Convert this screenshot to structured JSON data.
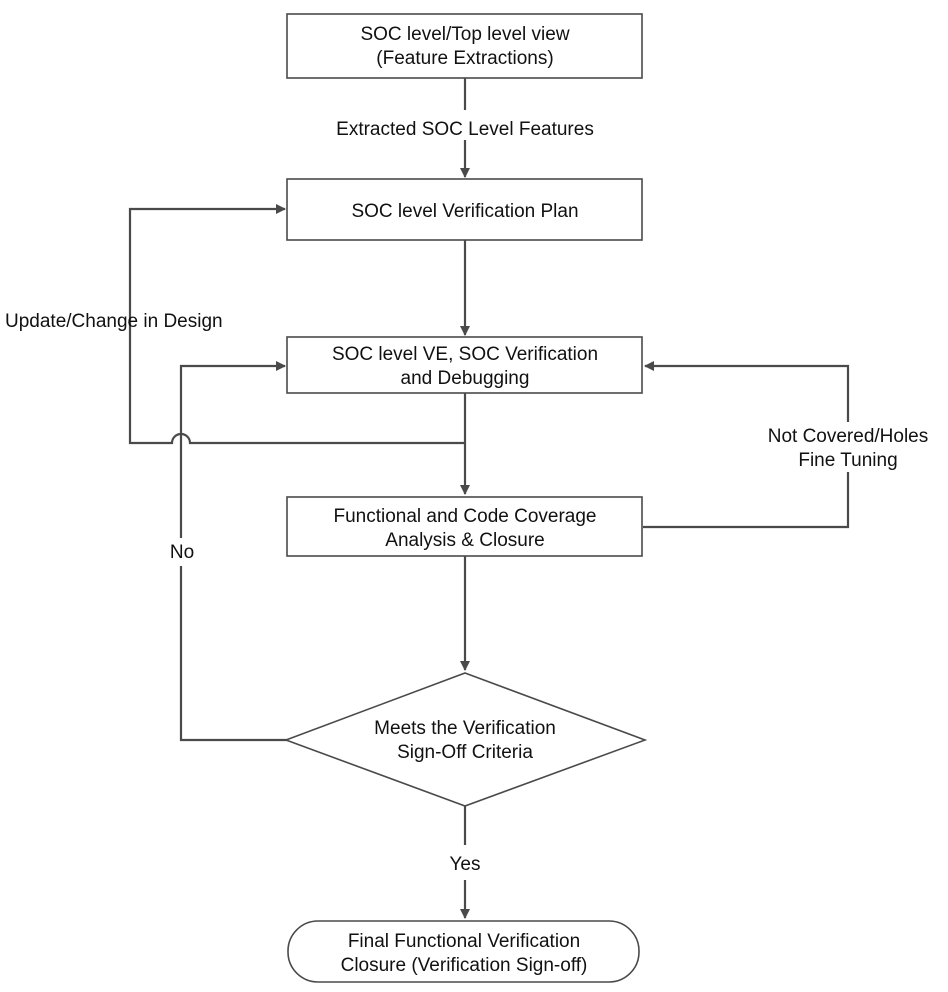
{
  "nodes": {
    "soc_view": {
      "line1": "SOC level/Top level  view",
      "line2": "(Feature Extractions)"
    },
    "verification_plan": {
      "line1": "SOC level Verification Plan"
    },
    "ve_debug": {
      "line1": "SOC level VE, SOC Verification",
      "line2": "and Debugging"
    },
    "coverage": {
      "line1": "Functional and Code Coverage",
      "line2": "Analysis & Closure"
    },
    "criteria": {
      "line1": "Meets the Verification",
      "line2": "Sign-Off Criteria"
    },
    "closure": {
      "line1": "Final Functional Verification",
      "line2": "Closure (Verification Sign-off)"
    }
  },
  "edge_labels": {
    "extracted": "Extracted SOC Level Features",
    "update": "Update/Change in Design",
    "not_covered_1": "Not Covered/Holes",
    "not_covered_2": "Fine Tuning",
    "no": "No",
    "yes": "Yes"
  }
}
